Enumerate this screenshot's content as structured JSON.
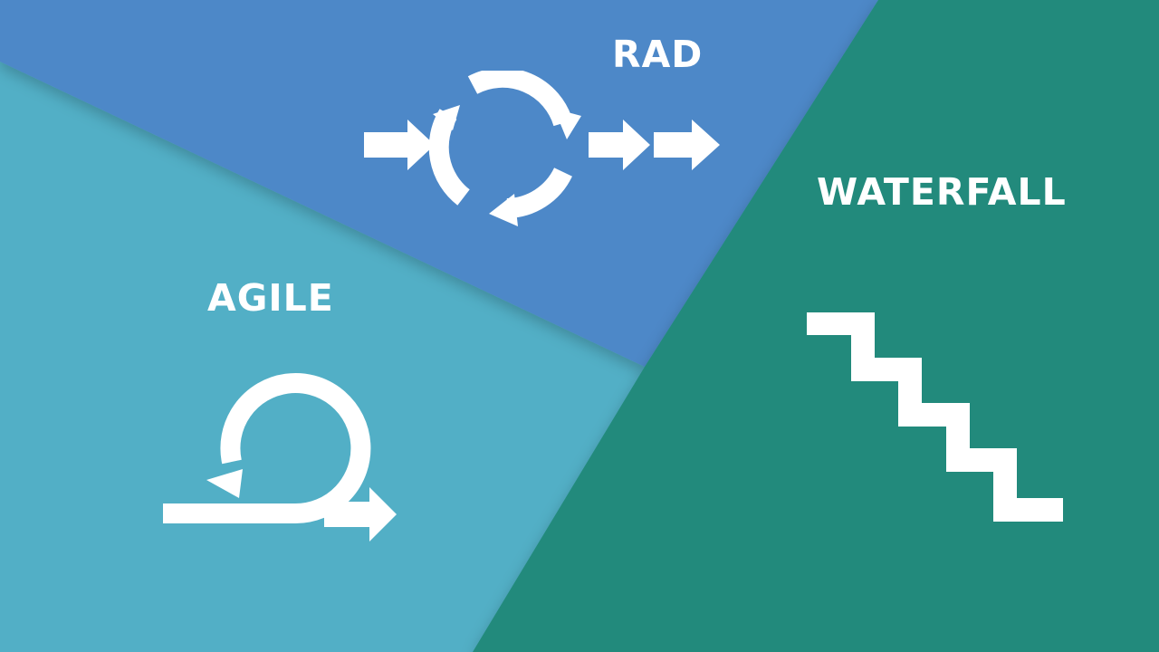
{
  "colors": {
    "agile_panel": "#52afc6",
    "rad_panel": "#4e88c8",
    "waterfall_panel": "#218a7b",
    "text": "#ffffff"
  },
  "panels": {
    "rad": {
      "label": "RAD",
      "icon": "cycle-arrows-icon"
    },
    "waterfall": {
      "label": "WATERFALL",
      "icon": "staircase-icon"
    },
    "agile": {
      "label": "AGILE",
      "icon": "loop-arrow-icon"
    }
  }
}
